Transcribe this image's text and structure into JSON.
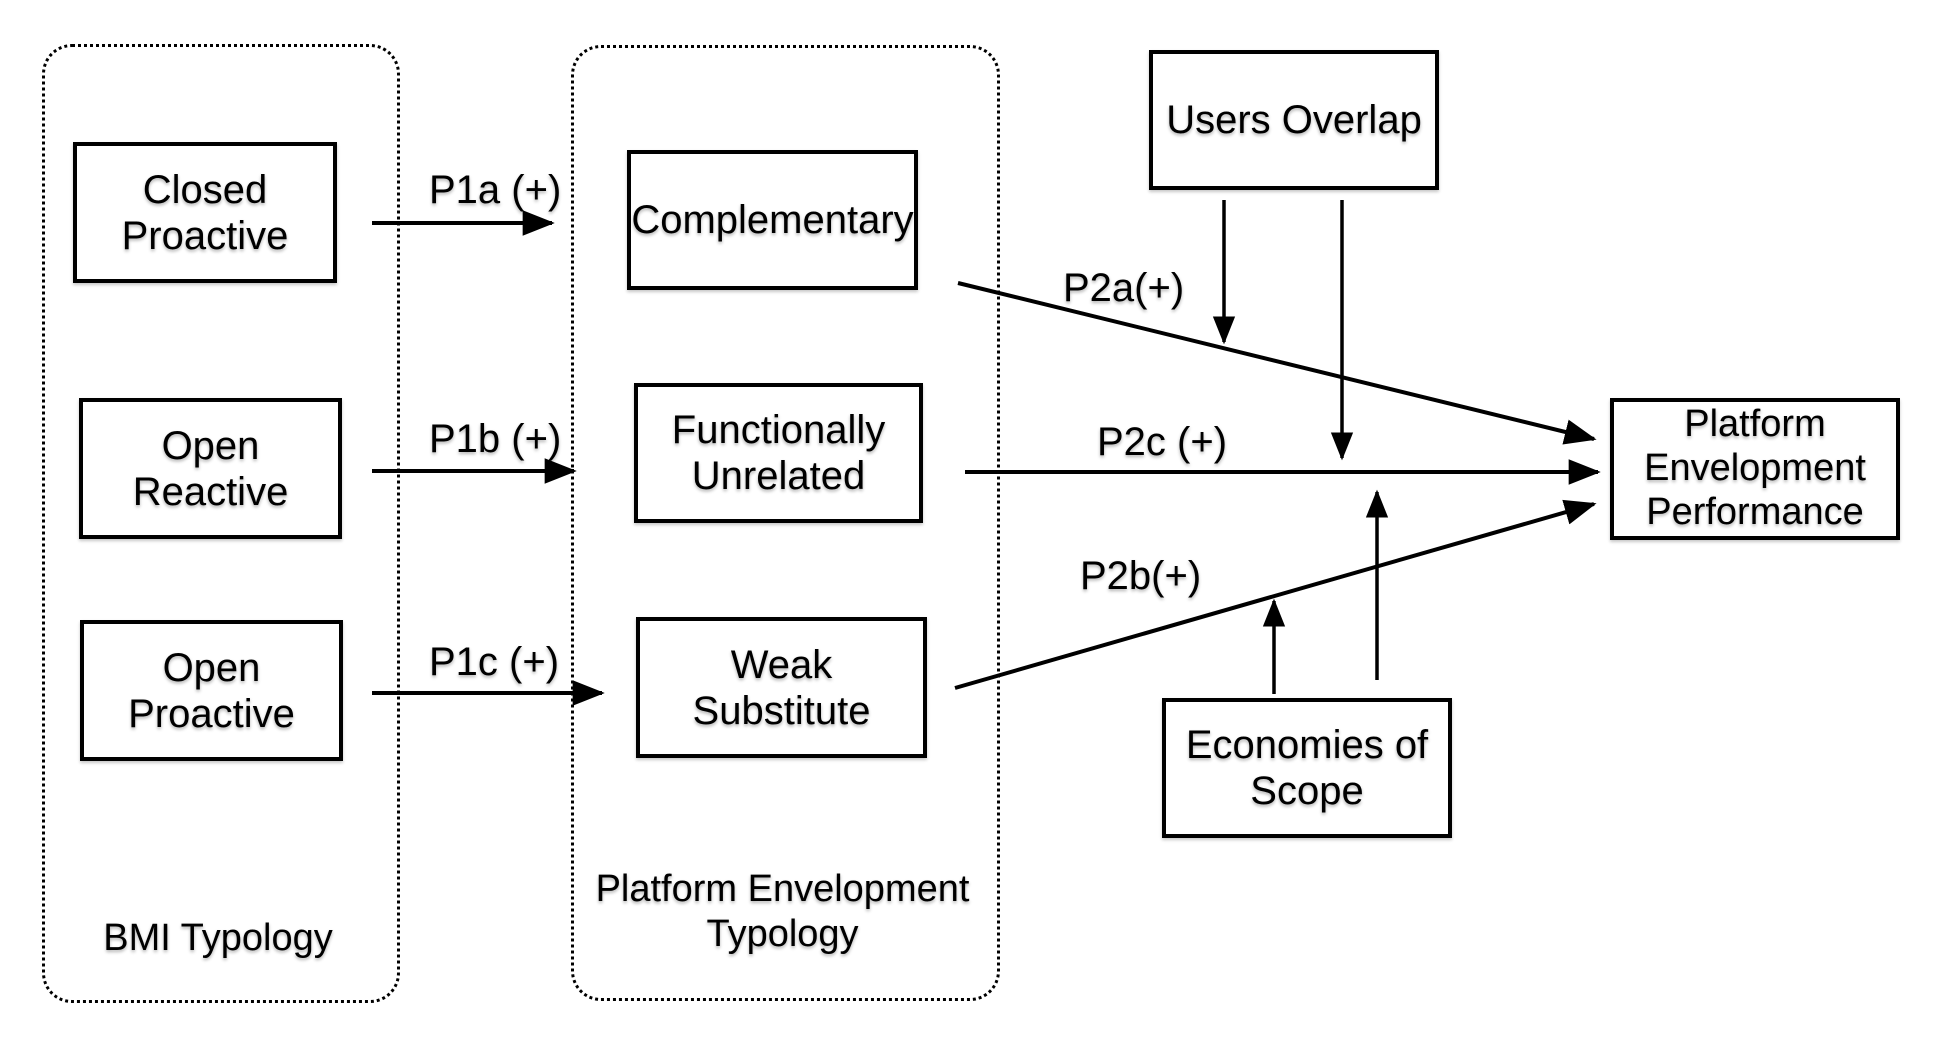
{
  "figure": {
    "background": "#ffffff",
    "ink": "#000000"
  },
  "groups": {
    "bmi": {
      "label": "BMI Typology",
      "boxes": [
        {
          "label": "Closed\nProactive"
        },
        {
          "label": "Open Reactive"
        },
        {
          "label": "Open Proactive"
        }
      ]
    },
    "envelopment": {
      "label": "Platform Envelopment\nTypology",
      "boxes": [
        {
          "label": "Complementary"
        },
        {
          "label": "Functionally\nUnrelated"
        },
        {
          "label": "Weak Substitute"
        }
      ]
    }
  },
  "moderators": {
    "users_overlap": {
      "label": "Users Overlap"
    },
    "economies_of_scope": {
      "label": "Economies of\nScope"
    }
  },
  "outcome": {
    "label": "Platform\nEnvelopment\nPerformance"
  },
  "propositions": {
    "p1a": "P1a (+)",
    "p1b": "P1b (+)",
    "p1c": "P1c (+)",
    "p2a": "P2a(+)",
    "p2b": "P2b(+)",
    "p2c": "P2c (+)"
  }
}
